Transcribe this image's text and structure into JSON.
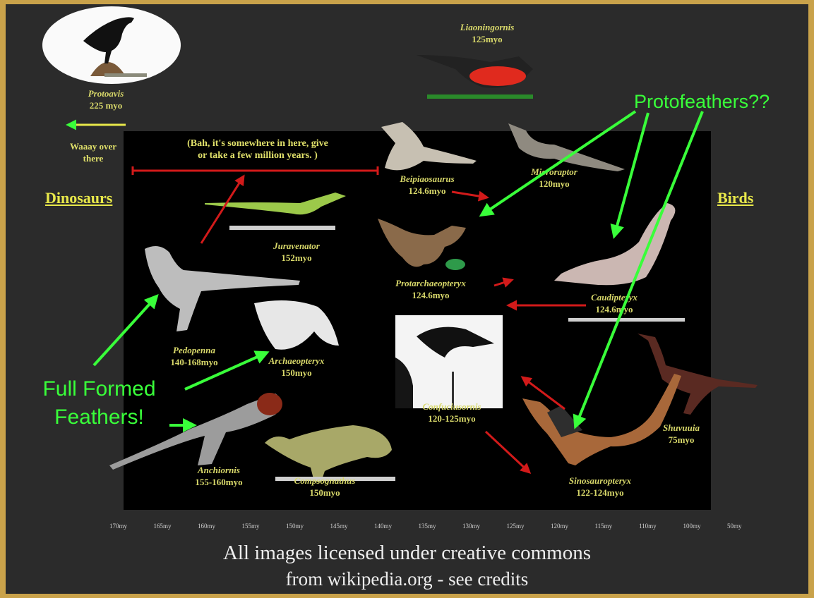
{
  "protoavis": {
    "name": "Protoavis",
    "age": "225 myo"
  },
  "waaay": {
    "line1": "Waaay over",
    "line2": "there"
  },
  "bah_note": {
    "line1": "(Bah, it's somewhere in here, give",
    "line2": "or take a few million years. )"
  },
  "dinosaurs_title": "Dinosaurs",
  "birds_title": "Birds",
  "protofeathers": "Protofeathers??",
  "full_formed": {
    "line1": "Full Formed",
    "line2": "Feathers!"
  },
  "specimens": [
    {
      "name": "Liaoningornis",
      "age": "125myo"
    },
    {
      "name": "Beipiaosaurus",
      "age": "124.6myo"
    },
    {
      "name": "Microraptor",
      "age": "120myo"
    },
    {
      "name": "Juravenator",
      "age": "152myo"
    },
    {
      "name": "Protarchaeopteryx",
      "age": "124.6myo"
    },
    {
      "name": "Caudipteryx",
      "age": "124.6myo"
    },
    {
      "name": "Pedopenna",
      "age": "140-168myo"
    },
    {
      "name": "Archaeopteryx",
      "age": "150myo"
    },
    {
      "name": "Confuciusornis",
      "age": "120-125myo"
    },
    {
      "name": "Shuvuuia",
      "age": "75myo"
    },
    {
      "name": "Anchiornis",
      "age": "155-160myo"
    },
    {
      "name": "Compsognathus",
      "age": "150myo"
    },
    {
      "name": "Sinosauropteryx",
      "age": "122-124myo"
    }
  ],
  "timeline": [
    "170my",
    "165my",
    "160my",
    "155my",
    "150my",
    "145my",
    "140my",
    "135my",
    "130my",
    "125my",
    "120my",
    "115my",
    "110my",
    "100my",
    "50my"
  ],
  "credits": {
    "line1": "All images licensed under creative commons",
    "line2": "from wikipedia.org - see credits"
  },
  "colors": {
    "background": "#2b2b2b",
    "border": "#c9a24a",
    "stage": "#000000",
    "label": "#d8d86a",
    "green_arrow": "#39ff3a",
    "red_arrow": "#d21a1a"
  },
  "icons": [
    "bird-silhouette-image",
    "dinosaur-image",
    "fossil-image"
  ]
}
